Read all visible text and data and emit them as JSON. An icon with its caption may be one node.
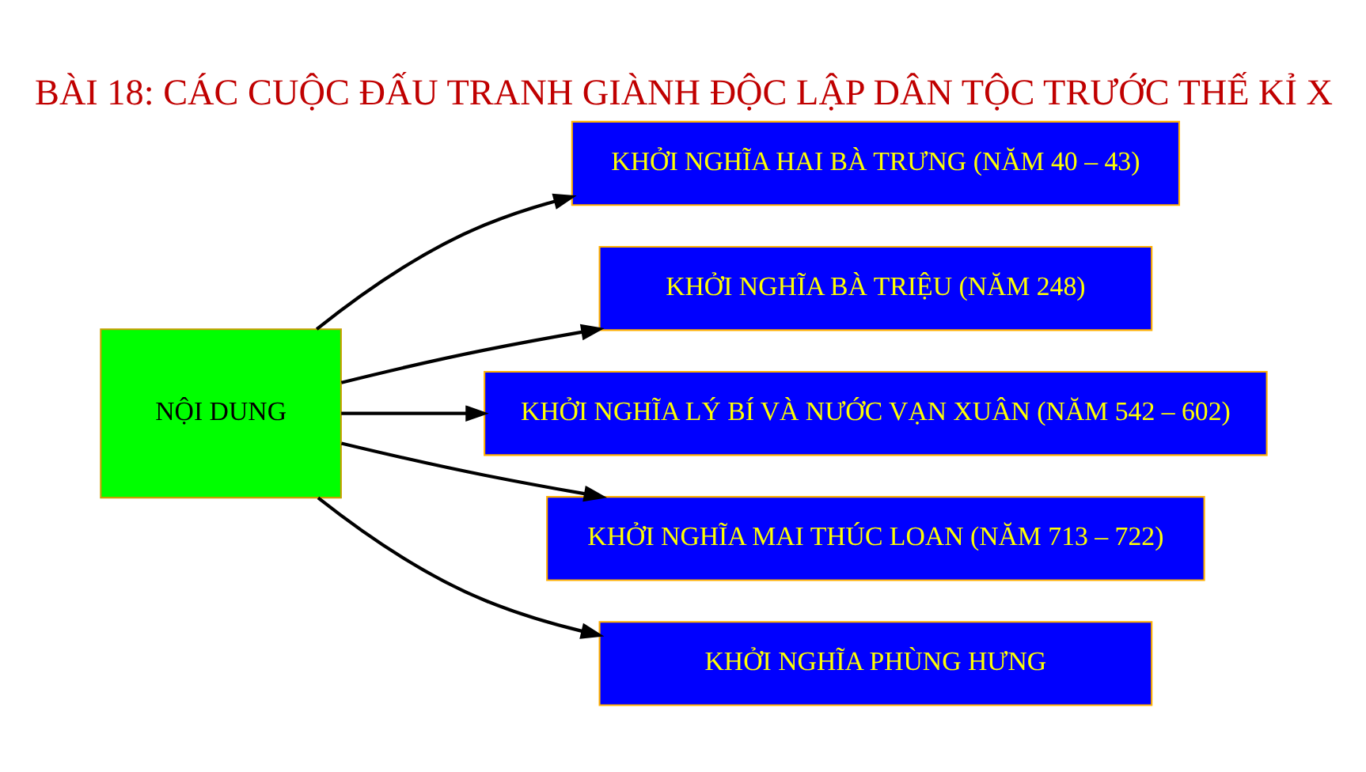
{
  "diagram": {
    "title": "BÀI 18: CÁC CUỘC ĐẤU TRANH GIÀNH ĐỘC LẬP DÂN TỘC TRƯỚC THẾ KỈ X",
    "nodes": [
      {
        "text": [
          "NỘI DUNG"
        ]
      },
      {
        "text": [
          "KHỞI NGHĨA HAI BÀ TRƯNG (NĂM 40 – 43)"
        ]
      },
      {
        "text": [
          "KHỞI NGHĨA BÀ TRIỆU (NĂM 248)"
        ]
      },
      {
        "text": [
          "KHỞI NGHĨA LÝ BÍ VÀ NƯỚC VẠN XUÂN (NĂM 542 – 602)"
        ]
      },
      {
        "text": [
          "KHỞI NGHĨA MAI THÚC LOAN (NĂM 713 – 722)"
        ]
      },
      {
        "text": [
          "KHỞI NGHĨA PHÙNG HƯNG"
        ]
      }
    ],
    "edges": [
      {
        "from": 0,
        "to": 1,
        "arrow": "to"
      },
      {
        "from": 0,
        "to": 2,
        "arrow": "to"
      },
      {
        "from": 0,
        "to": 3,
        "arrow": "to"
      },
      {
        "from": 0,
        "to": 4,
        "arrow": "to"
      },
      {
        "from": 0,
        "to": 5,
        "arrow": "to"
      }
    ]
  }
}
